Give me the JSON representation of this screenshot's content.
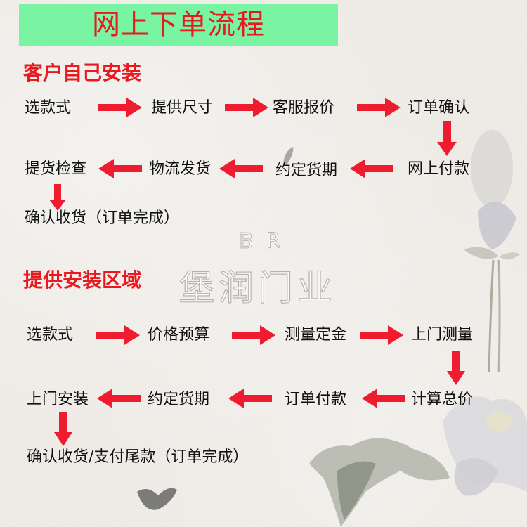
{
  "header": {
    "title": "网上下单流程"
  },
  "sections": [
    {
      "title": "客户自己安装",
      "row1": [
        "选款式",
        "提供尺寸",
        "客服报价",
        "订单确认"
      ],
      "row2": [
        "提货检查",
        "物流发货",
        "约定货期",
        "网上付款"
      ],
      "final": "确认收货（订单完成）"
    },
    {
      "title": "提供安装区域",
      "row1": [
        "选款式",
        "价格预算",
        "测量定金",
        "上门测量"
      ],
      "row2": [
        "上门安装",
        "约定货期",
        "订单付款",
        "计算总价"
      ],
      "final": "确认收货/支付尾款（订单完成）"
    }
  ],
  "watermark": {
    "latin": "BR",
    "brand": "堡润门业"
  },
  "colors": {
    "title_bg": "#78f4a2",
    "accent_red": "#e8191f",
    "arrow_red": "#ee1c2e",
    "text": "#111111",
    "paper": "#efece7"
  },
  "icons": {
    "arrow_right": "right-arrow-icon",
    "arrow_left": "left-arrow-icon",
    "arrow_down": "down-arrow-icon"
  }
}
